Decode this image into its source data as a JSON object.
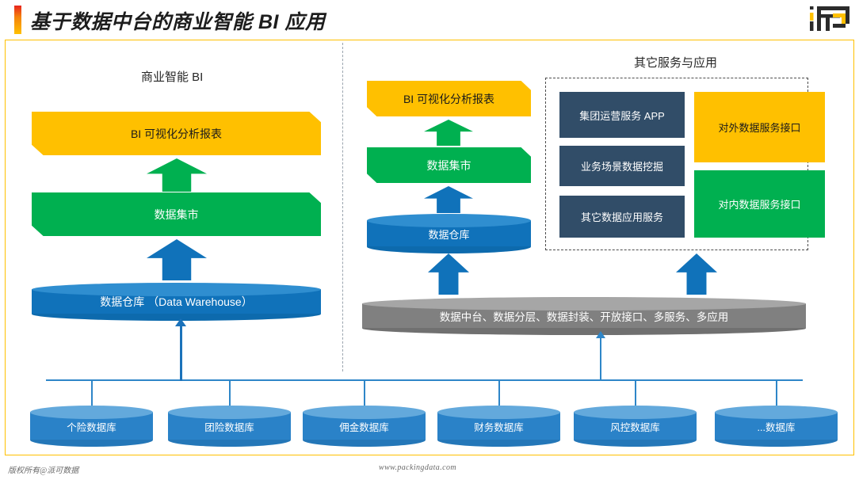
{
  "header": {
    "title": "基于数据中台的商业智能 BI 应用",
    "logo_name": "ifr-logo"
  },
  "sections": {
    "left_caption": "商业智能 BI",
    "right_caption": "其它服务与应用"
  },
  "left_stack": {
    "bi_report": "BI 可视化分析报表",
    "data_mart": "数据集市",
    "data_warehouse": "数据仓库 （Data Warehouse）"
  },
  "middle_stack": {
    "bi_report": "BI 可视化分析报表",
    "data_mart": "数据集市",
    "data_warehouse": "数据仓库"
  },
  "platform": {
    "label": "数据中台、数据分层、数据封装、开放接口、多服务、多应用"
  },
  "services": [
    {
      "label": "集团运营服务 APP",
      "style": "dark"
    },
    {
      "label": "业务场景数据挖掘",
      "style": "dark"
    },
    {
      "label": "其它数据应用服务",
      "style": "dark"
    },
    {
      "label": "对外数据服务接口",
      "style": "yellow"
    },
    {
      "label": "对内数据服务接口",
      "style": "green"
    }
  ],
  "databases": [
    "个险数据库",
    "团险数据库",
    "佣金数据库",
    "财务数据库",
    "风控数据库",
    "...数据库"
  ],
  "footer": {
    "copyright": "版权所有@派可数据",
    "site": "www.packingdata.com"
  },
  "colors": {
    "accent_yellow": "#ffc000",
    "green": "#00b050",
    "blue": "#1072ba",
    "light_blue": "#2a82c8",
    "gray": "#808080",
    "dark_slate": "#314d68",
    "connector_blue": "#2e86c8",
    "divider_gray": "#9aa4ae"
  }
}
